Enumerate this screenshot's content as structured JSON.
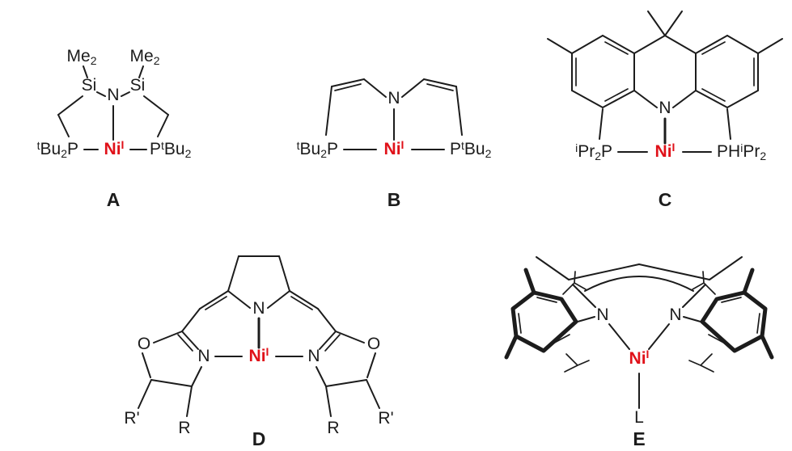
{
  "colors": {
    "nickel": "#e01119",
    "bond": "#1c1c1c",
    "background": "#ffffff"
  },
  "atoms": {
    "N": "N",
    "O": "O",
    "Si": "Si",
    "P": "P",
    "PH": "PH",
    "Ni": "Ni",
    "oxidation_state": "I",
    "Me": "Me",
    "sub_two": "2",
    "sup_tert": "t",
    "Bu": "Bu",
    "sup_iso": "i",
    "Pr": "Pr",
    "R": "R",
    "R_prime": "R'",
    "L": "L"
  },
  "captions": {
    "a": "A",
    "b": "B",
    "c": "C",
    "d": "D",
    "e": "E"
  }
}
